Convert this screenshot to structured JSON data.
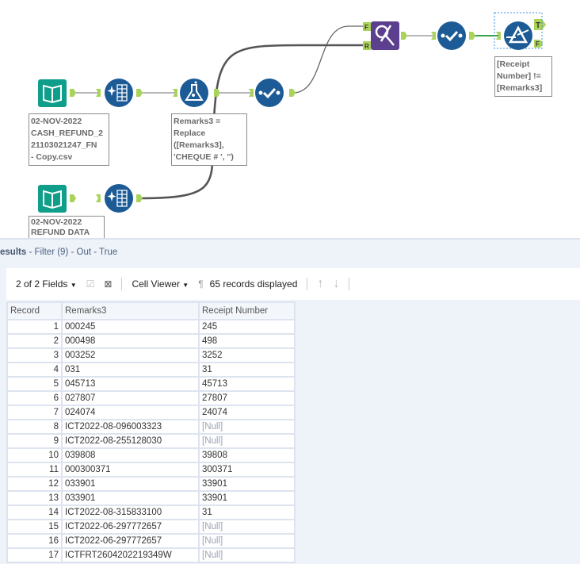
{
  "canvas": {
    "tools": {
      "input1": {
        "annotation": [
          "02-NOV-2022",
          "CASH_REFUND_2",
          "21103021247_FN",
          "- Copy.csv"
        ]
      },
      "input2": {
        "annotation": [
          "02-NOV-2022",
          "REFUND DATA"
        ]
      },
      "formula": {
        "annotation": [
          "Remarks3 =",
          "Replace",
          "([Remarks3],",
          "'CHEQUE # ', '')"
        ]
      },
      "filter": {
        "annotation": [
          "[Receipt",
          "Number] !=",
          "[Remarks3]"
        ],
        "out_true": "T",
        "out_false": "F"
      },
      "join": {
        "in_left": "F",
        "in_right": "R"
      }
    },
    "colors": {
      "input": "#0f9e8a",
      "select": "#1c5b96",
      "formula": "#1c5b96",
      "join": "#5c3f8f",
      "anchor": "#a9d35a",
      "selected_wire": "#3aa24a"
    }
  },
  "results": {
    "title_prefix": "esults",
    "title_rest": " - Filter (9) - Out - True",
    "toolbar": {
      "fields": "2 of 2 Fields",
      "viewer": "Cell Viewer",
      "records": "65 records displayed"
    },
    "columns": [
      "Record",
      "Remarks3",
      "Receipt Number"
    ],
    "rows": [
      [
        "1",
        "000245",
        "245"
      ],
      [
        "2",
        "000498",
        "498"
      ],
      [
        "3",
        "003252",
        "3252"
      ],
      [
        "4",
        "031",
        "31"
      ],
      [
        "5",
        "045713",
        "45713"
      ],
      [
        "6",
        "027807",
        "27807"
      ],
      [
        "7",
        "024074",
        "24074"
      ],
      [
        "8",
        "ICT2022-08-096003323",
        "[Null]"
      ],
      [
        "9",
        "ICT2022-08-255128030",
        "[Null]"
      ],
      [
        "10",
        "039808",
        "39808"
      ],
      [
        "11",
        "000300371",
        "300371"
      ],
      [
        "12",
        "033901",
        "33901"
      ],
      [
        "13",
        "033901",
        "33901"
      ],
      [
        "14",
        "ICT2022-08-315833100",
        "31"
      ],
      [
        "15",
        "ICT2022-06-297772657",
        "[Null]"
      ],
      [
        "16",
        "ICT2022-06-297772657",
        "[Null]"
      ],
      [
        "17",
        "ICTFRT2604202219349W",
        "[Null]"
      ]
    ]
  }
}
